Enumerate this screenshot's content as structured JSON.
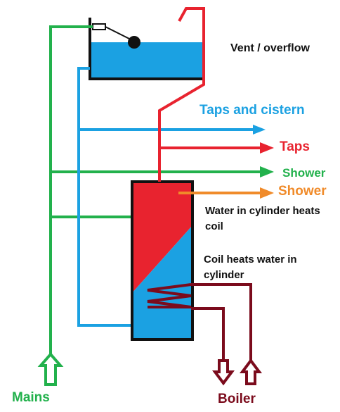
{
  "labels": {
    "vent_overflow": "Vent / overflow",
    "taps_and_cistern": "Taps and cistern",
    "taps": "Taps",
    "shower_cold": "Shower",
    "shower_hot": "Shower",
    "water_heats_coil_line1": "Water in cylinder heats",
    "water_heats_coil_line2": "coil",
    "coil_heats_water_line1": "Coil heats water in",
    "coil_heats_water_line2": "cylinder",
    "mains": "Mains",
    "boiler": "Boiler"
  },
  "colors": {
    "mains_green": "#22b14c",
    "cold_blue": "#1ba1e2",
    "hot_red": "#e8232f",
    "hot_orange": "#f08b2a",
    "boiler_maroon": "#7b0b1c",
    "water_blue": "#1ba1e2",
    "cylinder_outline": "#111111"
  },
  "icons": [
    "ballcock-float-icon",
    "mains-inlet-arrow-icon",
    "boiler-flow-arrow-icon",
    "boiler-return-arrow-icon"
  ]
}
